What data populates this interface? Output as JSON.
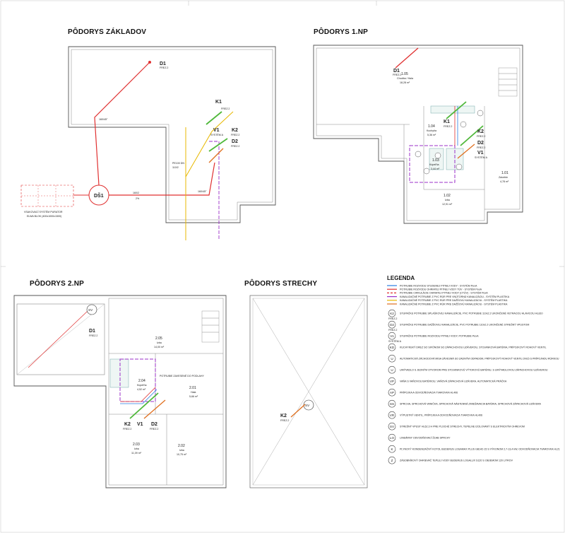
{
  "plans": {
    "foundations": {
      "title": "PÔDORYS ZÁKLADOV",
      "ds1_label": "DŠ1",
      "soak_text_1": "VSAKOVACÍ SYSTÉM PURATOR",
      "soak_text_2": "ELWA BLOK (400x1000x1500)",
      "d1_tag": "D1",
      "k1_tag": "K1",
      "v1_tag": "V1",
      "k2_tag": "K2",
      "d2_tag": "D2",
      "sub_fre": "FREZ.2",
      "sub_sys": "SYSTÉM A",
      "pipe_1": "160/45°",
      "pipe_2": "160/2",
      "pipe_3": "2%",
      "pipe_4": "PE100 DN",
      "pipe_5": "110/2"
    },
    "floor1": {
      "title": "PÔDORYS 1.NP",
      "room_105": "1.05",
      "room_105_name": "Chodba / Hala",
      "room_105_area": "18,28 m²",
      "room_104": "1.04",
      "room_104_name": "Kuchyňa",
      "room_104_area": "5,36 m²",
      "room_103": "1.03",
      "room_103_name": "Kúpeľňa",
      "room_103_area": "3,44 m²",
      "room_101": "1.01",
      "room_101_name": "Závetrie",
      "room_101_area": "4,78 m²",
      "room_102": "1.02",
      "room_102_name": "Izba",
      "room_102_area": "12,91 m²",
      "d1_tag": "D1",
      "k1_tag": "K1",
      "k2_tag": "K2",
      "d2_tag": "D2",
      "v1_tag": "V1",
      "sub_fre": "FREZ.2",
      "sub_sys": "SYSTÉM A"
    },
    "floor2": {
      "title": "PÔDORYS 2.NP",
      "room_205": "2.05",
      "room_205_name": "Izba",
      "room_205_area": "14,00 m²",
      "room_204": "2.04",
      "room_204_name": "Kúpeľňa",
      "room_204_area": "4,52 m²",
      "room_201": "2.01",
      "room_201_name": "Hala",
      "room_201_area": "5,66 m²",
      "room_203": "2.03",
      "room_203_name": "Izba",
      "room_203_area": "11,09 m²",
      "room_202": "2.02",
      "room_202_name": "Izba",
      "room_202_area": "10,75 m²",
      "pipe_note": "POTRUBIE ZAVESENÉ DO PODLAHY",
      "d1_tag": "D1",
      "k2_tag": "K2",
      "v1_tag": "V1",
      "d2_tag": "D2",
      "sv_tag": "SV",
      "sub_fre": "FREZ.2"
    },
    "roof": {
      "title": "PÔDORYS STRECHY",
      "k2_tag": "K2",
      "sv_tag": "SV",
      "sub_fre": "FREZ.2"
    }
  },
  "legend": {
    "title": "LEGENDA",
    "lines": [
      {
        "color": "#2a7de1",
        "dashed": false,
        "text": "POTRUBIE ROZVODU STUDENEJ PITNEJ VODY - SYSTÉM PexA"
      },
      {
        "color": "#e03030",
        "dashed": false,
        "text": "POTRUBIE ROZVODU OHRIATEJ PITNEJ VODY TÚV - SYSTÉM PexA"
      },
      {
        "color": "#e03030",
        "dashed": true,
        "text": "POTRUBIE CIRKULÁCIE OHRIATEJ PITNEJ VODY (CTÚV) - SYSTÉM PexA"
      },
      {
        "color": "#9b30c8",
        "dashed": false,
        "text": "KANALIZAČNÉ POTRUBIE Z PVC RÚR PRE VNÚTORNÚ KANALIZÁCIU - SYSTÉM PLASTIKA"
      },
      {
        "color": "#e8b800",
        "dashed": false,
        "text": "KANALIZAČNÉ POTRUBIE Z PVC RÚR PRE DAŽĎOVÚ KANALIZÁCIU - SYSTÉM PLASTIKA"
      },
      {
        "color": "#e07020",
        "dashed": false,
        "text": "KANALIZAČNÉ POTRUBIE Z PVC RÚR PRE DAŽĎOVÚ KANALIZÁCIU - SYSTÉM PLASTIKA"
      }
    ],
    "symbols": [
      {
        "sym": "K2",
        "sub": "FREZ.2",
        "text": "STUPAČKE POTRUBIE SPLAŠKOVEJ KANALIZÁCIE, PVC POTRUBIE 110x2.2 UKONČENÉ VETRACOU HLAVICOU HL810"
      },
      {
        "sym": "D2",
        "sub": "FREZ.2",
        "text": "STUPAČKE POTRUBIE DAŽĎOVEJ KANALIZÁCIE, PVC POTRUBIE 110x2.2 UKONČENÉ STREŠNÝ VPUSTOM"
      },
      {
        "sym": "V1",
        "sub": "SYSTÉM A",
        "text": "STUPAČKE POTRUBIE ROZVODU PITNEJ VODY, POTRUBIE PexA"
      },
      {
        "sym": "KD",
        "sub": "",
        "text": "KUCHYNSKÝ DREZ SO SIFÓNOM SO ZÁPACHOVOU UZÁVEROU, STOJANKOVÁ BATÉRIA, PRÍPOJKOVÝ ROHOVÝ VENTIL"
      },
      {
        "sym": "U",
        "sub": "",
        "text": "AUTOMATICKÁ ZÁCHODOVÁ MISA ZÁVESNÁ SO ZADNÝM ODPADOM, PRÍPOJKOVÝ ROHOVÝ VENTIL DN15 S PRÍPOJNOU RÚRKOU"
      },
      {
        "sym": "U",
        "sub": "",
        "text": "UMÝVADLO S JEDNÝM OTVOROM PRE STOJANKOVÚ VÝTOKOVÚ BATÉRIU, S UMÝVADLOVOU ZÁPACHOVOU UZÁVEROU"
      },
      {
        "sym": "VP",
        "sub": "",
        "text": "VAŇA S VAŇOVOU BATÉRIOU, VAŇOVÁ ZÁPACHOVÁ UZÁVERA, AUTOMATICKÁ PRÁČKA"
      },
      {
        "sym": "AP",
        "sub": "",
        "text": "PRÍPOJKA A ODVODŇOVACIA TVAROVKA HL406"
      },
      {
        "sym": "SS",
        "sub": "",
        "text": "SPRCHA, SPRCHOVÁ VANIČKA, SPRCHOVÁ NÁSTENNÁ ZMIEŠAVACIA BATÉRIA, SPRCHOVÁ ZÁPACHOVÁ UZÁVERA"
      },
      {
        "sym": "VR",
        "sub": "",
        "text": "VÝPUSTNÝ VENTIL, PRÍPOJKA A ODVODŇOVACIA TVAROVKA HL406"
      },
      {
        "sym": "SV",
        "sub": "",
        "text": "STREŠNÝ VPUST HL62.3 H PRE PLOCHÉ STRECHY, TEPELNE IZOLOVANÝ S ELEKTRICKÝM OHREVOM"
      },
      {
        "sym": "LO",
        "sub": "",
        "text": "LINEÁRNY ODVODŇOVACÍ ŽĽAB SPRCHY"
      },
      {
        "sym": "K",
        "sub": "",
        "text": "PLYNOVÝ KONDENZAČNÝ KOTOL BUDERUS LOGAMAX PLUS GB142-15 S VÝKONOM 2,7-13,4 kW, ODVODŇOVACIA TVAROVKA HL21"
      },
      {
        "sym": "Z",
        "sub": "",
        "text": "ZÁSOBNÍKOVÝ OHRIEVAČ TEPLEJ VODY BUDERUS LOGALUX S120 S OBJEMOM 120 LITROV"
      }
    ]
  },
  "colors": {
    "cold": "#2a7de1",
    "hot": "#e03030",
    "waste": "#9b30c8",
    "rain": "#e8b800",
    "rain2": "#e07020",
    "vent": "#4fb83a",
    "wall": "#555555"
  }
}
